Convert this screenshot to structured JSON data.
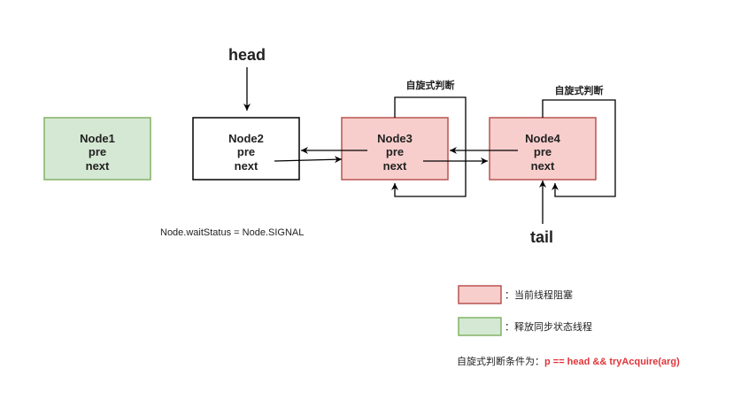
{
  "nodes": [
    {
      "name": "Node1",
      "f1": "pre",
      "f2": "next",
      "style": "green"
    },
    {
      "name": "Node2",
      "f1": "pre",
      "f2": "next",
      "style": "white"
    },
    {
      "name": "Node3",
      "f1": "pre",
      "f2": "next",
      "style": "red"
    },
    {
      "name": "Node4",
      "f1": "pre",
      "f2": "next",
      "style": "red"
    }
  ],
  "head_label": "head",
  "tail_label": "tail",
  "spin_label": "自旋式判断",
  "wait_status": "Node.waitStatus = Node.SIGNAL",
  "legend": {
    "blocked": "：当前线程阻塞",
    "released": "：释放同步状态线程"
  },
  "condition": {
    "prefix": "自旋式判断条件为：",
    "expr": "p == head && tryAcquire(arg)"
  },
  "colors": {
    "red_fill": "#f8cecc",
    "red_stroke": "#b85450",
    "green_fill": "#d5e8d4",
    "green_stroke": "#82b366",
    "accent": "#e0343a"
  }
}
